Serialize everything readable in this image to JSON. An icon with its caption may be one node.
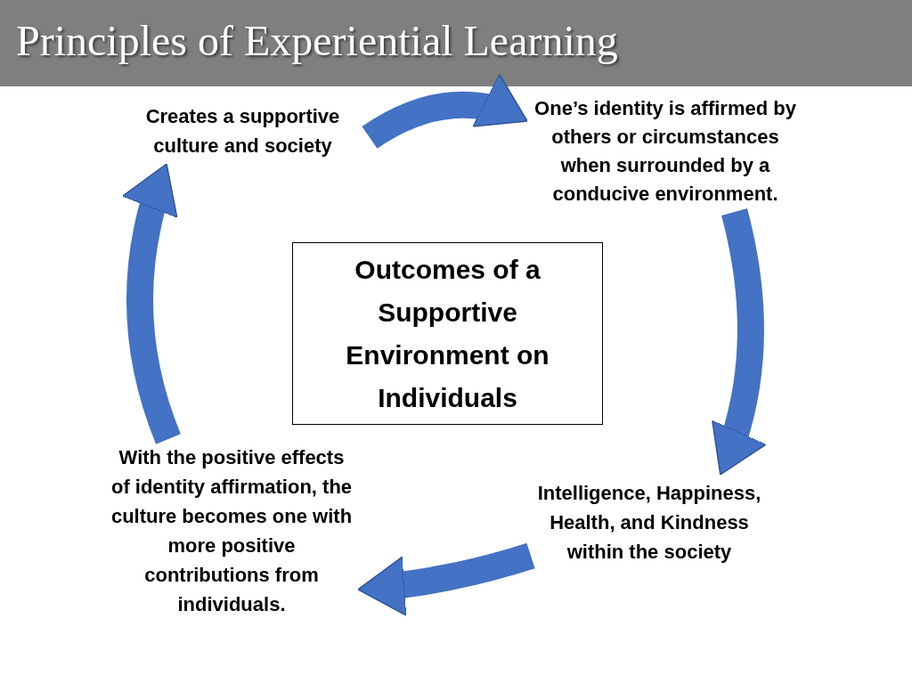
{
  "diagram": {
    "title": "Principles of Experiential Learning",
    "nodes": [
      {
        "text": [
          "Creates a supportive culture and society"
        ]
      },
      {
        "text": [
          "One’s identity is affirmed by others or circumstances when surrounded by a conducive environment."
        ]
      },
      {
        "text": [
          "Outcomes of a Supportive Environment on Individuals"
        ]
      },
      {
        "text": [
          "With the positive effects of identity affirmation, the culture becomes one with more positive contributions from individuals."
        ]
      },
      {
        "text": [
          "Intelligence, Happiness, Health, and Kindness within the society"
        ]
      }
    ],
    "edges": [
      {
        "from": 0,
        "to": 1,
        "arrow": "to"
      },
      {
        "from": 1,
        "to": 4,
        "arrow": "to"
      },
      {
        "from": 4,
        "to": 3,
        "arrow": "to"
      },
      {
        "from": 3,
        "to": 0,
        "arrow": "to"
      }
    ]
  }
}
